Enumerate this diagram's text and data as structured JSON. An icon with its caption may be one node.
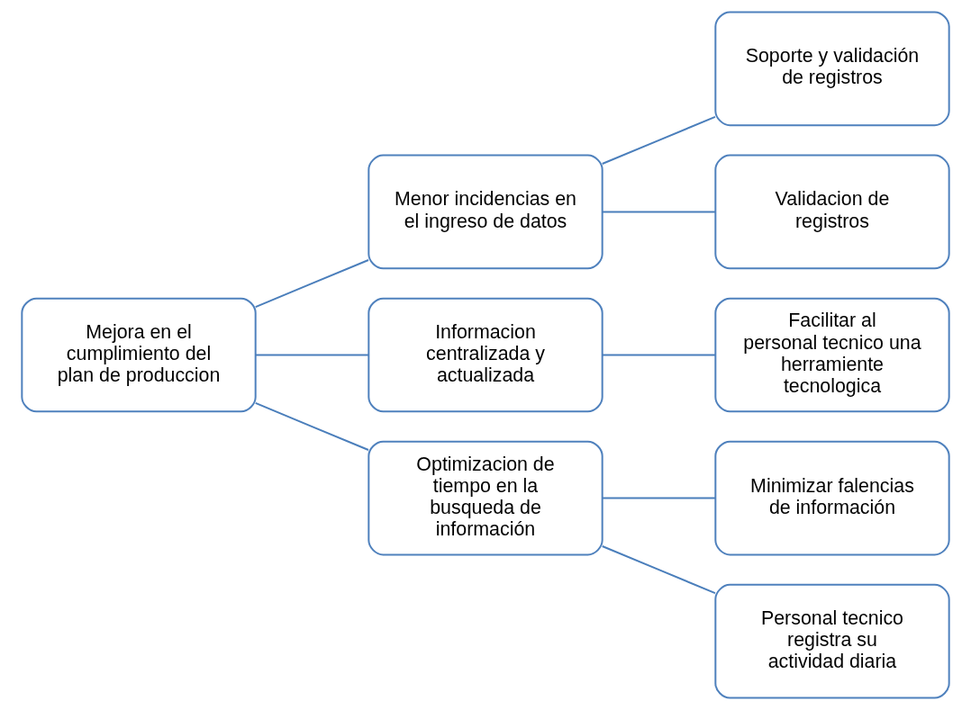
{
  "diagram": {
    "nodes": [
      {
        "text": [
          "Mejora en el cumplimiento del plan de produccion"
        ]
      },
      {
        "text": [
          "Menor incidencias en el ingreso de datos"
        ]
      },
      {
        "text": [
          "Informacion centralizada y actualizada"
        ]
      },
      {
        "text": [
          "Optimizacion de tiempo en la busqueda de información"
        ]
      },
      {
        "text": [
          "Soporte y validación de registros"
        ]
      },
      {
        "text": [
          "Validacion de registros"
        ]
      },
      {
        "text": [
          "Facilitar al personal tecnico una herramiente tecnologica"
        ]
      },
      {
        "text": [
          "Minimizar falencias de información"
        ]
      },
      {
        "text": [
          "Personal tecnico registra su actividad diaria"
        ]
      }
    ],
    "edges": [
      {
        "from": 0,
        "to": 1,
        "arrow": "none"
      },
      {
        "from": 0,
        "to": 2,
        "arrow": "none"
      },
      {
        "from": 0,
        "to": 3,
        "arrow": "none"
      },
      {
        "from": 1,
        "to": 4,
        "arrow": "none"
      },
      {
        "from": 1,
        "to": 5,
        "arrow": "none"
      },
      {
        "from": 2,
        "to": 6,
        "arrow": "none"
      },
      {
        "from": 3,
        "to": 7,
        "arrow": "none"
      },
      {
        "from": 3,
        "to": 8,
        "arrow": "none"
      }
    ]
  }
}
